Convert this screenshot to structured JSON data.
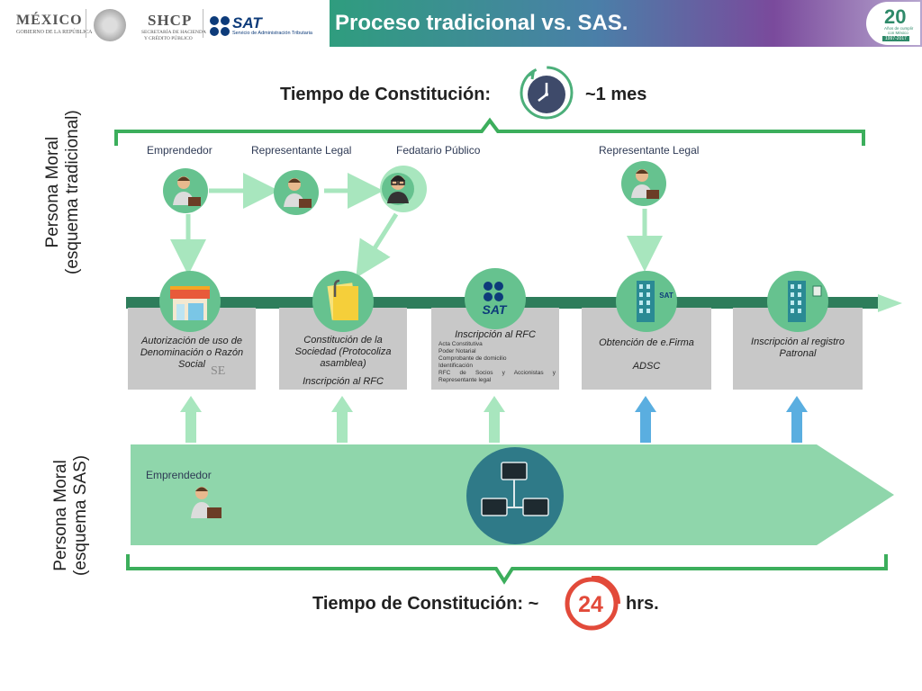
{
  "header": {
    "logo_mexico": "MÉXICO",
    "logo_mexico_sub": "GOBIERNO DE LA REPÚBLICA",
    "logo_shcp": "SHCP",
    "logo_shcp_sub1": "SECRETARÍA DE HACIENDA",
    "logo_shcp_sub2": "Y CRÉDITO PÚBLICO",
    "logo_sat": "SAT",
    "logo_sat_sub": "Servicio de Administración Tributaria",
    "title": "Proceso tradicional vs. SAS.",
    "anniversary_number": "20",
    "anniversary_text1": "Años de cumplir",
    "anniversary_text2": "con México",
    "anniversary_years": "1997-2017"
  },
  "time_top": {
    "label": "Tiempo de Constitución:",
    "value": "~1 mes"
  },
  "time_bottom": {
    "label": "Tiempo de Constitución: ~",
    "number": "24",
    "unit": "hrs."
  },
  "side_labels": {
    "traditional_line1": "Persona Moral",
    "traditional_line2": "(esquema tradicional)",
    "sas_line1": "Persona Moral",
    "sas_line2": "(esquema SAS)"
  },
  "roles": {
    "emprendedor": "Emprendedor",
    "representante1": "Representante Legal",
    "fedatario": "Fedatario Público",
    "representante2": "Representante Legal",
    "sas_emprendedor": "Emprendedor"
  },
  "steps": [
    {
      "text": "Autorización de uso de Denominación o Razón Social",
      "extra": "SE"
    },
    {
      "text": "Constitución de la Sociedad (Protocoliza asamblea)",
      "extra": "Inscripción al RFC"
    },
    {
      "text": "Inscripción al RFC",
      "extra": "SAT"
    },
    {
      "text": "Obtención de e.Firma",
      "extra": "ADSC"
    },
    {
      "text": "Inscripción al registro Patronal",
      "extra": ""
    }
  ],
  "rfc_list": [
    "Acta Constitutiva",
    "Poder Notarial",
    "Comprobante de domicilio",
    "Identificación",
    "RFC de Socios y Accionistas y Representante legal"
  ],
  "icons": [
    "clock-icon",
    "person-briefcase-icon",
    "notary-icon",
    "store-icon",
    "documents-icon",
    "sat-logo-icon",
    "building-icon",
    "network-icon",
    "timer-24-icon"
  ],
  "colors": {
    "green_dark": "#2e7d5b",
    "green_mid": "#66c28f",
    "green_light": "#a8e0bd",
    "band": "#8fd6ab",
    "box": "#c8c8c8",
    "blue_arrow": "#5aaee0",
    "title_grad_start": "#2f9d7e",
    "red_timer": "#e24a3a"
  }
}
